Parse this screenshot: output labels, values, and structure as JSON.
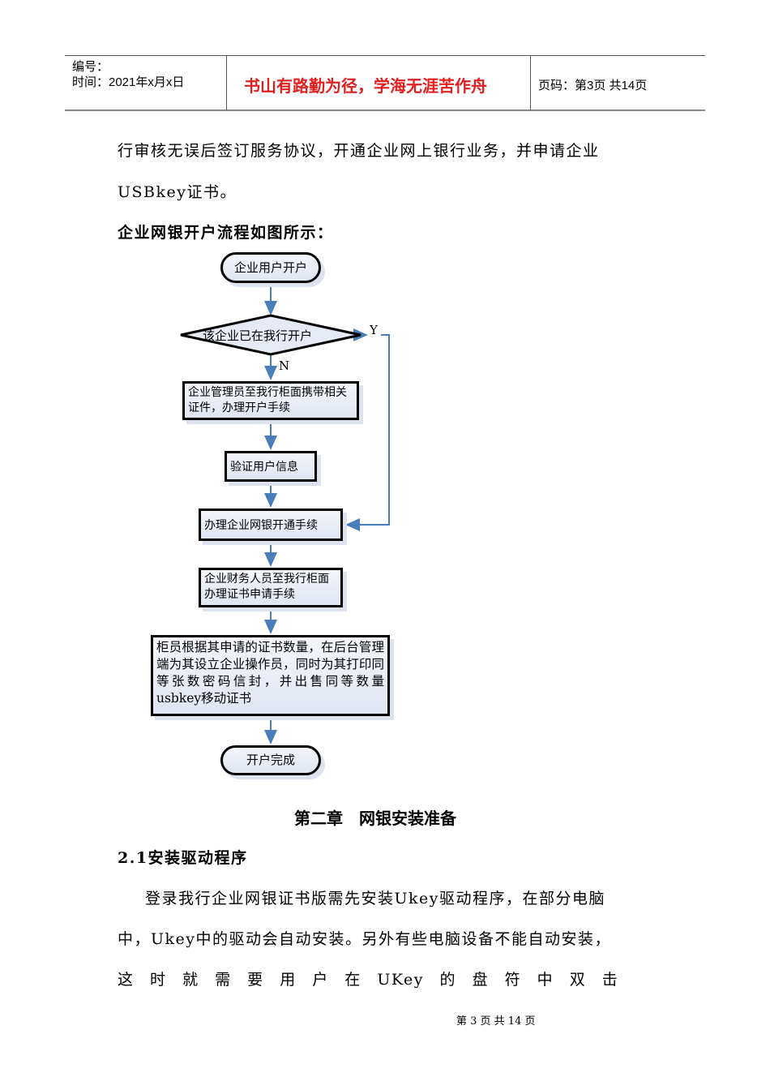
{
  "header": {
    "number_label": "编号：",
    "time_label": "时间：2021年x月x日",
    "motto": "书山有路勤为径，学海无涯苦作舟",
    "page_info": "页码：第3页  共14页"
  },
  "body": {
    "para1_line1": "行审核无误后签订服务协议，开通企业网上银行业务，并申请企业",
    "para1_line2": "USBkey证书。",
    "flow_heading": "企业网银开户流程如图所示：",
    "flowchart": {
      "start": "企业用户开户",
      "decision": "该企业已在我行开户",
      "yes": "Y",
      "no": "N",
      "step1": "企业管理员至我行柜面携带相关证件，办理开户手续",
      "step2": "验证用户信息",
      "step3": "办理企业网银开通手续",
      "step4": "企业财务人员至我行柜面办理证书申请手续",
      "step5": "柜员根据其申请的证书数量，在后台管理端为其设立企业操作员，同时为其打印同等张数密码信封，并出售同等数量usbkey移动证书",
      "end": "开户完成"
    },
    "chapter_title": "第二章　网银安装准备",
    "section_title": "2.1安装驱动程序",
    "para2_line1": "登录我行企业网银证书版需先安装Ukey驱动程序，在部分电脑",
    "para2_line2": "中，Ukey中的驱动会自动安装。另外有些电脑设备不能自动安装，",
    "para2_line3": "这 时 就 需 要 用 户 在 UKey 的 盘 符 中 双 击"
  },
  "footer": "第 3 页 共 14 页",
  "colors": {
    "motto": "#e02020",
    "arrow": "#4a7ebb"
  }
}
